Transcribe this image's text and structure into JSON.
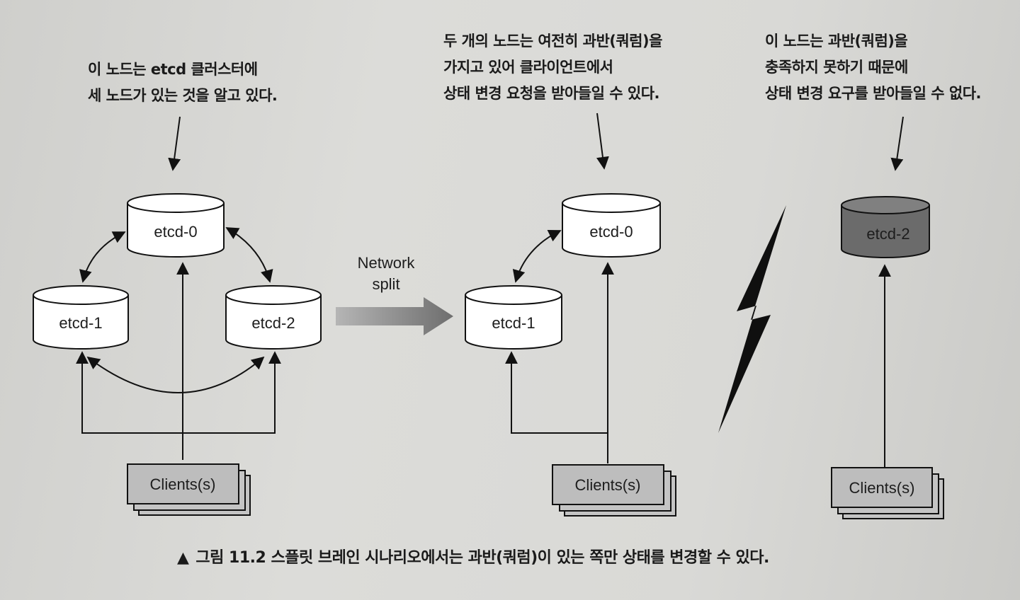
{
  "annotations": {
    "left": "이 노드는 etcd 클러스터에\n세 노드가 있는 것을 알고 있다.",
    "middle": "두 개의 노드는 여전히 과반(쿼럼)을\n가지고 있어 클라이언트에서\n상태 변경 요청을 받아들일 수 있다.",
    "right": "이 노드는 과반(쿼럼)을\n충족하지 못하기 때문에\n상태 변경 요구를 받아들일 수 없다."
  },
  "nodes": {
    "left_etcd0": "etcd-0",
    "left_etcd1": "etcd-1",
    "left_etcd2": "etcd-2",
    "mid_etcd0": "etcd-0",
    "mid_etcd1": "etcd-1",
    "right_etcd2": "etcd-2"
  },
  "clients": {
    "left": "Clients(s)",
    "middle": "Clients(s)",
    "right": "Clients(s)"
  },
  "network_split": {
    "line1": "Network",
    "line2": "split"
  },
  "caption": {
    "marker": "▲",
    "text": "그림 11.2 스플릿 브레인 시나리오에서는 과반(쿼럼)이 있는 쪽만 상태를 변경할 수 있다."
  },
  "colors": {
    "cylinder_fill": "#ffffff",
    "cylinder_dark": "#6b6b6b",
    "client_fill": "#bdbdbd",
    "arrow_gray": "#8a8a8a",
    "lightning": "#111111"
  }
}
